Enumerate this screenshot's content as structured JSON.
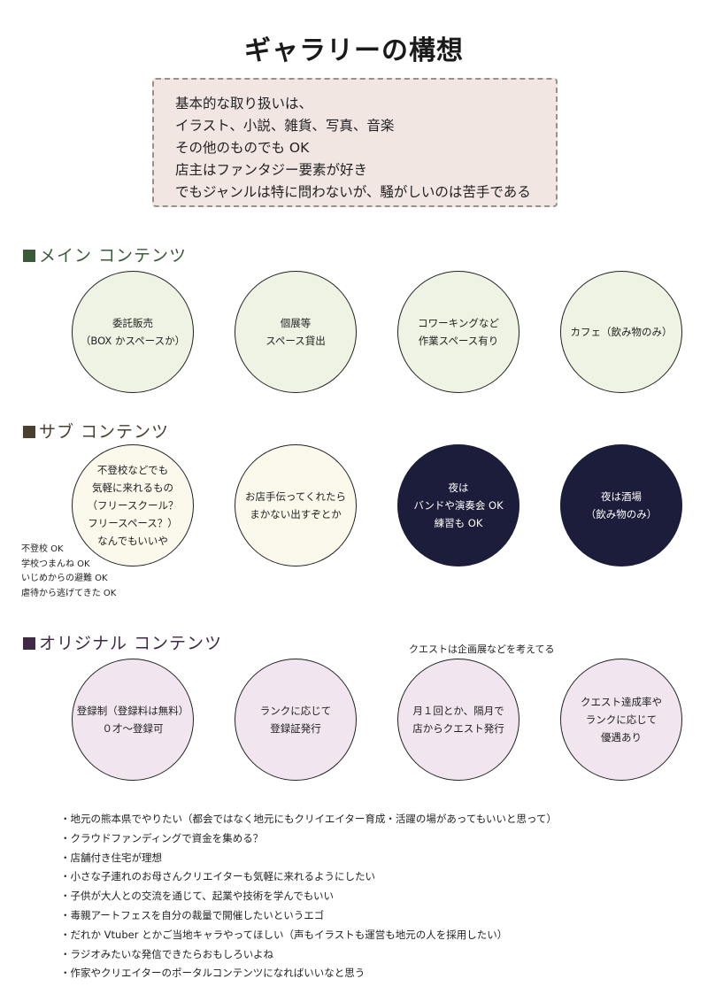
{
  "page": {
    "title": "ギャラリーの構想"
  },
  "intro": {
    "lines": [
      "基本的な取り扱いは、",
      "イラスト、小説、雑貨、写真、音楽",
      "その他のものでも OK",
      "店主はファンタジー要素が好き",
      "でもジャンルは特に問わないが、騒がしいのは苦手である"
    ]
  },
  "colors": {
    "main_heading": "#3b5a3a",
    "sub_heading": "#4a3f30",
    "original_heading": "#3e2a45",
    "main_circle": "#eef3e3",
    "sub_circle_light": "#fbf8ec",
    "sub_circle_dark": "#1c1d3a",
    "original_circle": "#f1e6f0"
  },
  "main": {
    "heading": "メイン コンテンツ",
    "circles": [
      {
        "lines": [
          "委託販売",
          "（BOX かスペースか）"
        ]
      },
      {
        "lines": [
          "個展等",
          "スペース貸出"
        ]
      },
      {
        "lines": [
          "コワーキングなど",
          "作業スペース有り"
        ]
      },
      {
        "lines": [
          "カフェ（飲み物のみ）"
        ]
      }
    ]
  },
  "sub": {
    "heading": "サブ コンテンツ",
    "circles": [
      {
        "lines": [
          "不登校などでも",
          "気軽に来れるもの",
          "（フリースクール？",
          "フリースペース？）",
          "なんでもいいや"
        ]
      },
      {
        "lines": [
          "お店手伝ってくれたら",
          "まかない出すぞとか"
        ]
      },
      {
        "lines": [
          "夜は",
          "バンドや演奏会 OK",
          "練習も OK"
        ]
      },
      {
        "lines": [
          "夜は酒場",
          "（飲み物のみ）"
        ]
      }
    ],
    "notes": [
      "不登校 OK",
      "学校つまんね OK",
      "いじめからの避難 OK",
      "虐待から逃げてきた OK"
    ]
  },
  "original": {
    "heading": "オリジナル コンテンツ",
    "note": "クエストは企画展などを考えてる",
    "circles": [
      {
        "lines": [
          "登録制（登録料は無料）",
          "０才〜登録可"
        ]
      },
      {
        "lines": [
          "ランクに応じて",
          "登録証発行"
        ]
      },
      {
        "lines": [
          "月１回とか、隔月で",
          "店からクエスト発行"
        ]
      },
      {
        "lines": [
          "クエスト達成率や",
          "ランクに応じて",
          "優遇あり"
        ]
      }
    ]
  },
  "bullets": [
    "・地元の熊本県でやりたい（都会ではなく地元にもクリイエイター育成・活躍の場があってもいいと思って）",
    "・クラウドファンディングで資金を集める？",
    "・店舗付き住宅が理想",
    "・小さな子連れのお母さんクリエイターも気軽に来れるようにしたい",
    "・子供が大人との交流を通じて、起業や技術を学んでもいい",
    "・毒親アートフェスを自分の裁量で開催したいというエゴ",
    "・だれか Vtuber とかご当地キャラやってほしい（声もイラストも運営も地元の人を採用したい）",
    "・ラジオみたいな発信できたらおもしろいよね",
    "・作家やクリエイターのポータルコンテンツになればいいなと思う"
  ]
}
